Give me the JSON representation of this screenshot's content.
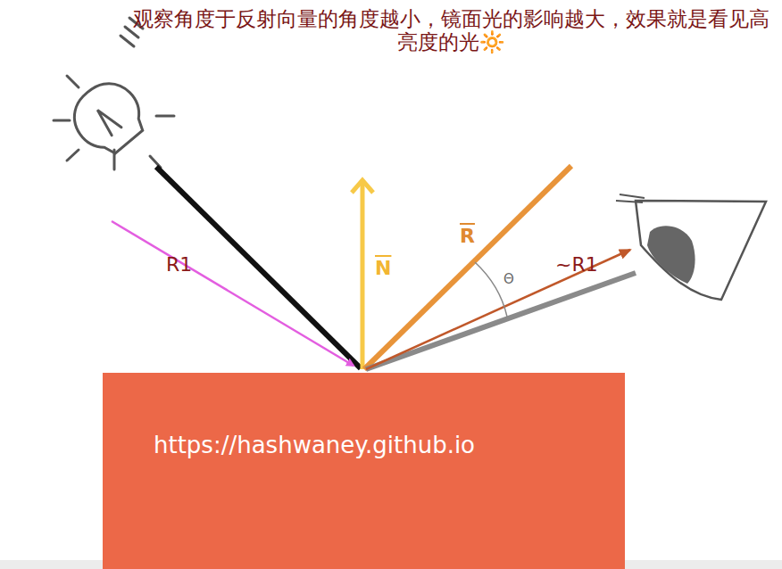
{
  "diagram": {
    "title": "观察角度于反射向量的角度越小，镜面光的影响越大，效果就是看见高亮度的光🔆",
    "nodes": [
      {
        "text": [
          "https://hashwaney.github.io"
        ]
      }
    ],
    "labels": [
      "R1",
      "N",
      "R",
      "Θ",
      "~R1"
    ]
  }
}
